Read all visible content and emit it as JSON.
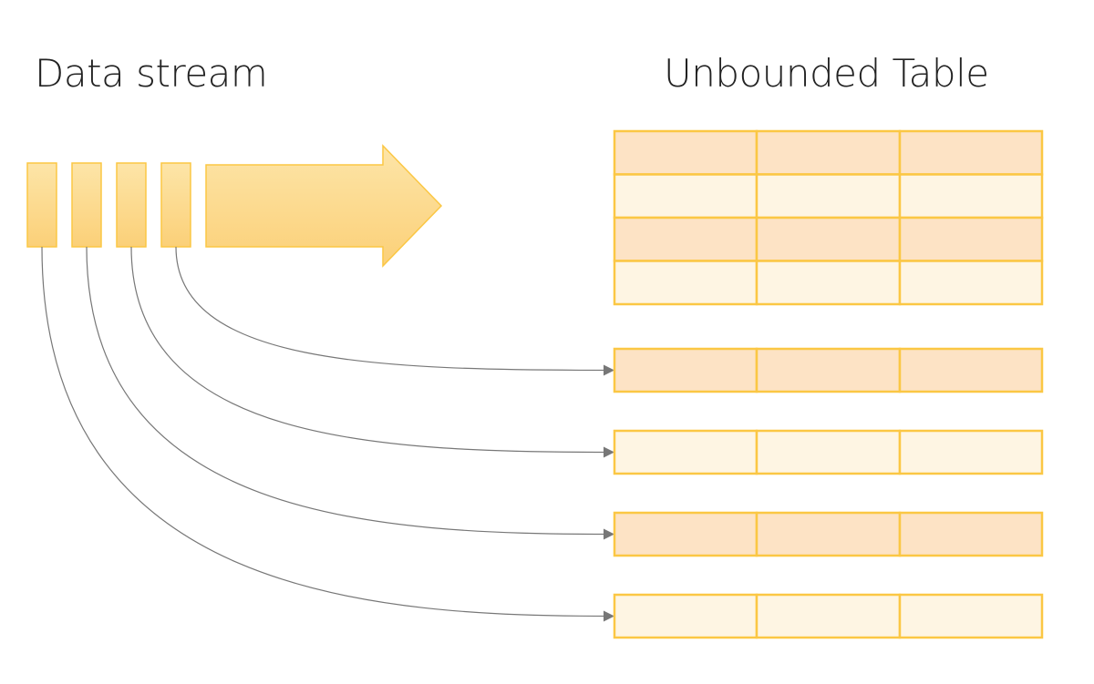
{
  "labels": {
    "left": "Data stream",
    "right": "Unbounded Table"
  },
  "colors": {
    "border": "#fbc744",
    "chunk_fill_top": "#fde5a8",
    "chunk_fill_bottom": "#fbd078",
    "row_dark": "#fde3c5",
    "row_light": "#fef5e3",
    "connector": "#777777"
  },
  "stream": {
    "chunk_count": 4
  },
  "table": {
    "columns": 3,
    "rows": [
      {
        "shade": "dark"
      },
      {
        "shade": "light"
      },
      {
        "shade": "dark"
      },
      {
        "shade": "light"
      }
    ]
  },
  "new_rows": [
    {
      "shade": "dark"
    },
    {
      "shade": "light"
    },
    {
      "shade": "dark"
    },
    {
      "shade": "light"
    }
  ],
  "icons": {
    "arrow": "big-right-arrow-icon",
    "connector_head": "arrowhead-icon"
  }
}
